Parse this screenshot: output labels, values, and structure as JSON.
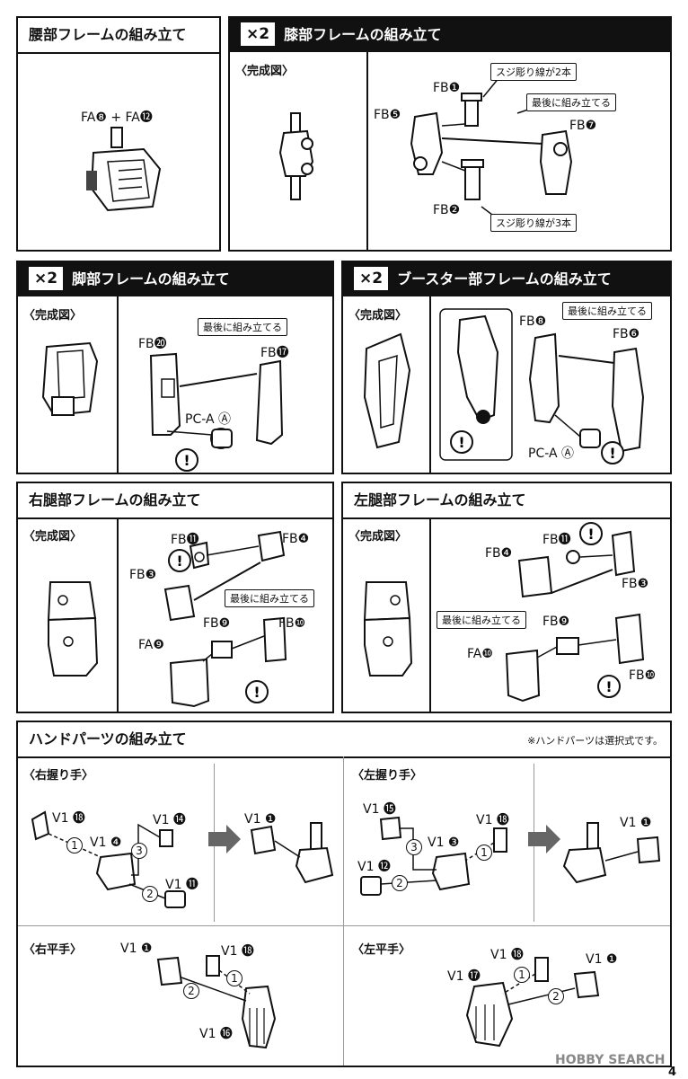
{
  "panels": {
    "waist": {
      "title": "腰部フレームの組み立て",
      "parts_label": "FA❽ + FA⓬"
    },
    "knee": {
      "title": "膝部フレームの組み立て",
      "badge": "×2",
      "complete": "〈完成図〉",
      "fb1": "FB❶",
      "fb5": "FB❺",
      "fb7": "FB❼",
      "fb2": "FB❷",
      "c1": "スジ彫り線が2本",
      "c2": "最後に組み立てる",
      "c3": "スジ彫り線が3本"
    },
    "foot": {
      "title": "脚部フレームの組み立て",
      "badge": "×2",
      "complete": "〈完成図〉",
      "fb20": "FB⓴",
      "fb17": "FB⓱",
      "pca": "PC-A Ⓐ",
      "c1": "最後に組み立てる"
    },
    "booster": {
      "title": "ブースター部フレームの組み立て",
      "badge": "×2",
      "complete": "〈完成図〉",
      "fb8": "FB❽",
      "fb6": "FB❻",
      "pca": "PC-A Ⓐ",
      "c1": "最後に組み立てる"
    },
    "rleg": {
      "title": "右腿部フレームの組み立て",
      "complete": "〈完成図〉",
      "fb11": "FB⓫",
      "fb4": "FB❹",
      "fb3": "FB❸",
      "fb9": "FB❾",
      "fb10": "FB❿",
      "fa9": "FA❾",
      "c1": "最後に組み立てる"
    },
    "lleg": {
      "title": "左腿部フレームの組み立て",
      "complete": "〈完成図〉",
      "fb4": "FB❹",
      "fb11": "FB⓫",
      "fb3": "FB❸",
      "fb9": "FB❾",
      "fb10": "FB❿",
      "fa10": "FA❿",
      "c1": "最後に組み立てる"
    },
    "hand": {
      "title": "ハンドパーツの組み立て",
      "note": "※ハンドパーツは選択式です。",
      "r_grip": "〈右握り手〉",
      "l_grip": "〈左握り手〉",
      "r_flat": "〈右平手〉",
      "l_flat": "〈左平手〉",
      "rg": {
        "v18": "V1 ⓲",
        "v4": "V1 ❹",
        "v14": "V1 ⓮",
        "v11": "V1 ⓫",
        "v1": "V1 ❶"
      },
      "lg": {
        "v15": "V1 ⓯",
        "v3": "V1 ❸",
        "v18": "V1 ⓲",
        "v12": "V1 ⓬",
        "v1": "V1 ❶"
      },
      "rf": {
        "v1": "V1 ❶",
        "v18": "V1 ⓲",
        "v16": "V1 ⓰"
      },
      "lf": {
        "v18": "V1 ⓲",
        "v1": "V1 ❶",
        "v17": "V1 ⓱"
      },
      "steps": [
        "1",
        "2",
        "3"
      ]
    }
  },
  "footer": {
    "logo": "HOBBY SEARCH",
    "page": "4"
  }
}
